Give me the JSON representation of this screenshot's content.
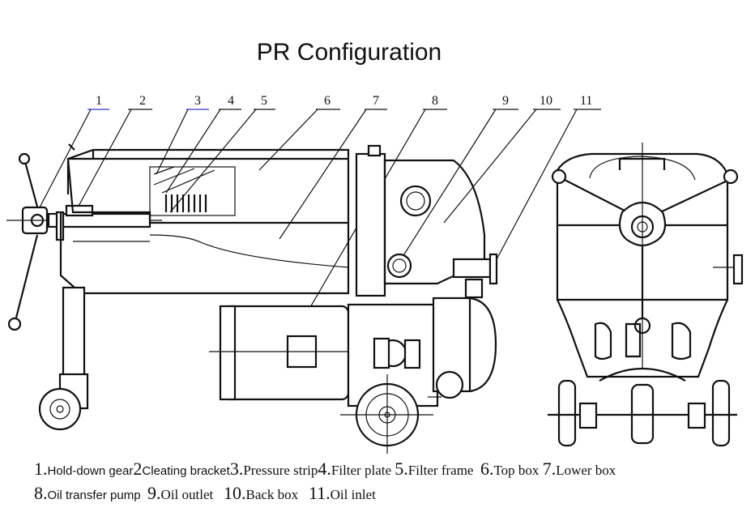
{
  "title": "PR Configuration",
  "callouts": [
    "1",
    "2",
    "3",
    "4",
    "5",
    "6",
    "7",
    "8",
    "9",
    "10",
    "11"
  ],
  "legend": {
    "line1": [
      {
        "num": "1.",
        "text": "Hold-down gear"
      },
      {
        "num": "2",
        "text": "Cleating bracket"
      },
      {
        "num": "3.",
        "text": "Pressure strip"
      },
      {
        "num": "4.",
        "text": "Filter plate"
      },
      {
        "num": "5.",
        "text": "Filter frame"
      },
      {
        "num": "6.",
        "text": "Top box"
      },
      {
        "num": "7.",
        "text": "Lower box"
      }
    ],
    "line2": [
      {
        "num": "8.",
        "text": "Oil transfer pump"
      },
      {
        "num": "9.",
        "text": "Oil outlet"
      },
      {
        "num": "10.",
        "text": "Back box"
      },
      {
        "num": "11.",
        "text": "Oil inlet"
      }
    ]
  }
}
